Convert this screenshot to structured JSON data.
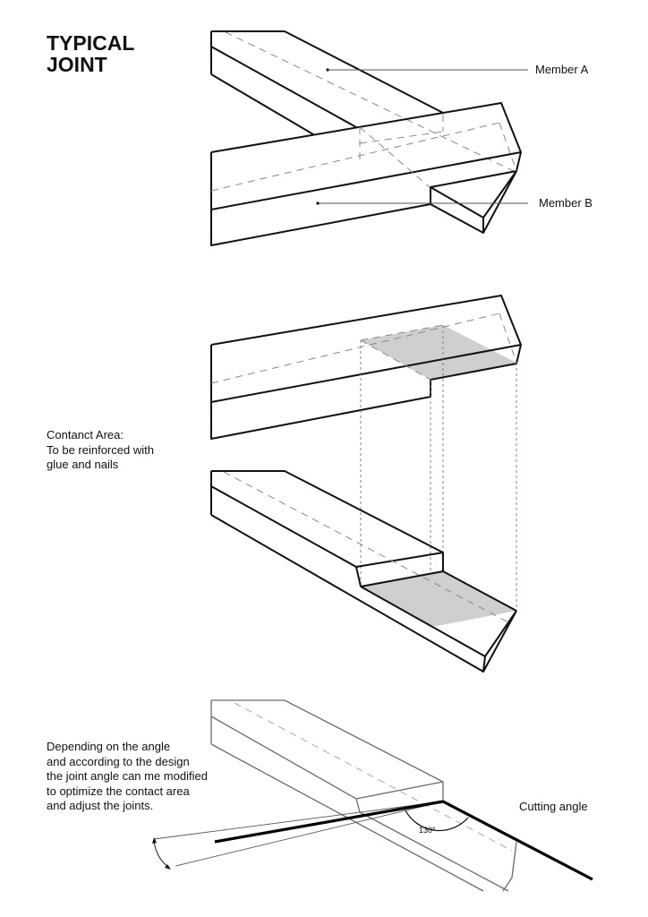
{
  "title": {
    "line1": "TYPICAL",
    "line2": "JOINT"
  },
  "labels": {
    "member_a": "Member A",
    "member_b": "Member B",
    "cutting_angle": "Cutting angle",
    "angle_value": "130°"
  },
  "contact_note": {
    "line1": "Contanct Area:",
    "line2": "To be reinforced with",
    "line3": "glue and nails"
  },
  "angle_note": {
    "line1": "Depending on the angle",
    "line2": "and according to the design",
    "line3": "the joint angle can me modified",
    "line4": "to optimize the contact area",
    "line5": "and adjust the joints."
  },
  "colors": {
    "line": "#111111",
    "shade": "#cfcfcf",
    "ghost": "#6a6a6a"
  }
}
